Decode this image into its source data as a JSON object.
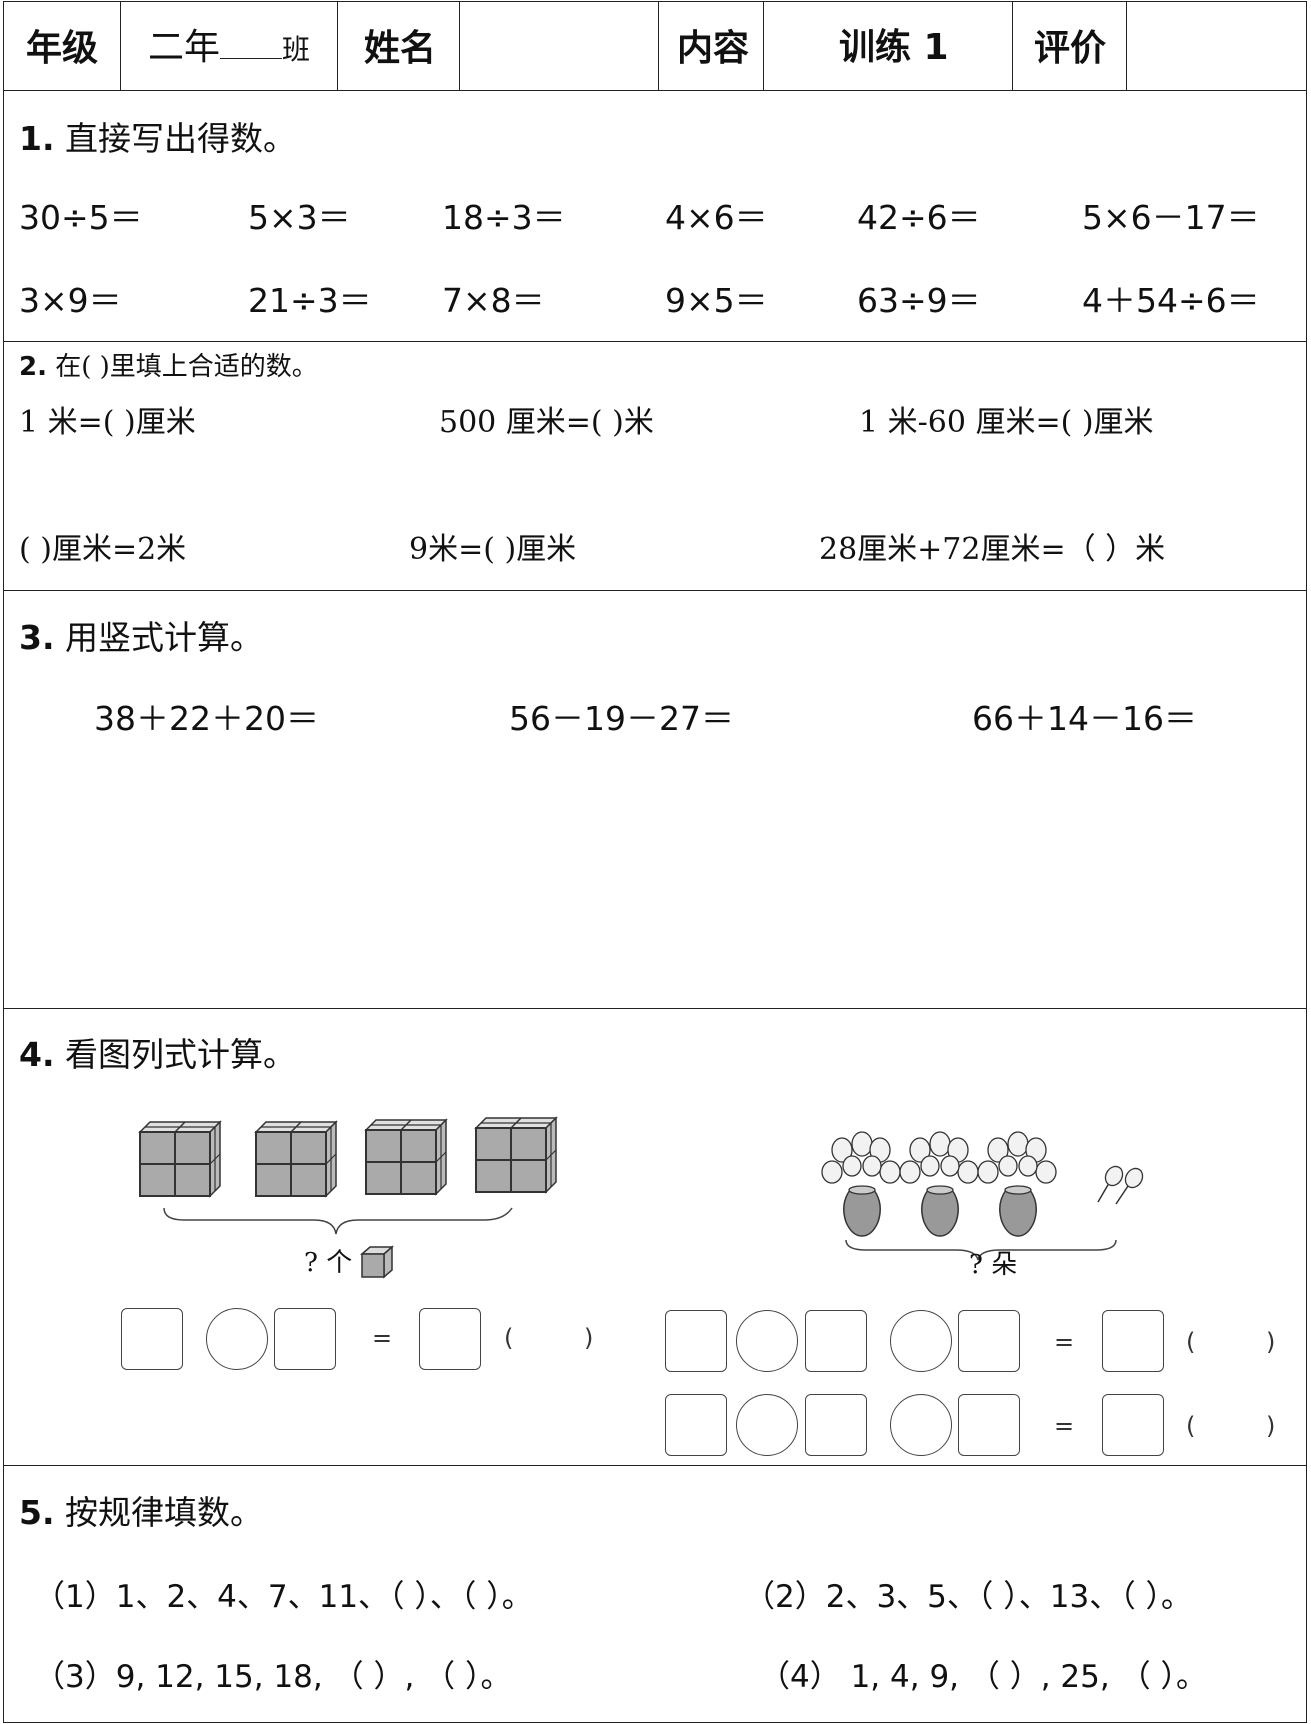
{
  "header": {
    "grade_label": "年级",
    "grade_value_a": "二年",
    "grade_value_b": "班",
    "name_label": "姓名",
    "content_label": "内容",
    "content_value": "训练 1",
    "eval_label": "评价"
  },
  "q1": {
    "num": "1.",
    "title": "直接写出得数。",
    "row1": [
      "30÷5＝",
      "5×3＝",
      "18÷3＝",
      "4×6＝",
      "42÷6＝",
      "5×6－17＝"
    ],
    "row2": [
      "3×9＝",
      "21÷3＝",
      "7×8＝",
      "9×5＝",
      "63÷9＝",
      "4＋54÷6＝"
    ]
  },
  "q2": {
    "num": "2.",
    "title": "在(      )里填上合适的数。",
    "row1": [
      "1 米=(        )厘米",
      "500 厘米=(        )米",
      "1 米-60 厘米=(        )厘米"
    ],
    "row2": [
      "(       )厘米=2米",
      "9米=(        )厘米",
      "28厘米+72厘米=（     ）米"
    ]
  },
  "q3": {
    "num": "3.",
    "title": "用竖式计算。",
    "items": [
      "38＋22＋20＝",
      "56－19－27＝",
      "66＋14－16＝"
    ]
  },
  "q4": {
    "num": "4.",
    "title": "看图列式计算。",
    "cube_caption": "? 个",
    "flower_caption": "? 朵",
    "equals": "=",
    "paren_open": "(",
    "paren_close": ")"
  },
  "q5": {
    "num": "5.",
    "title": "按规律填数。",
    "items": [
      "（1）1、2、4、7、11、（   ）、（   ）。",
      "（2）2、3、5、（   ）、13、（   ）。",
      "（3）9, 12, 15, 18, （     ）, （     ）。",
      "（4） 1, 4, 9, （     ）, 25, （     ）。"
    ]
  }
}
